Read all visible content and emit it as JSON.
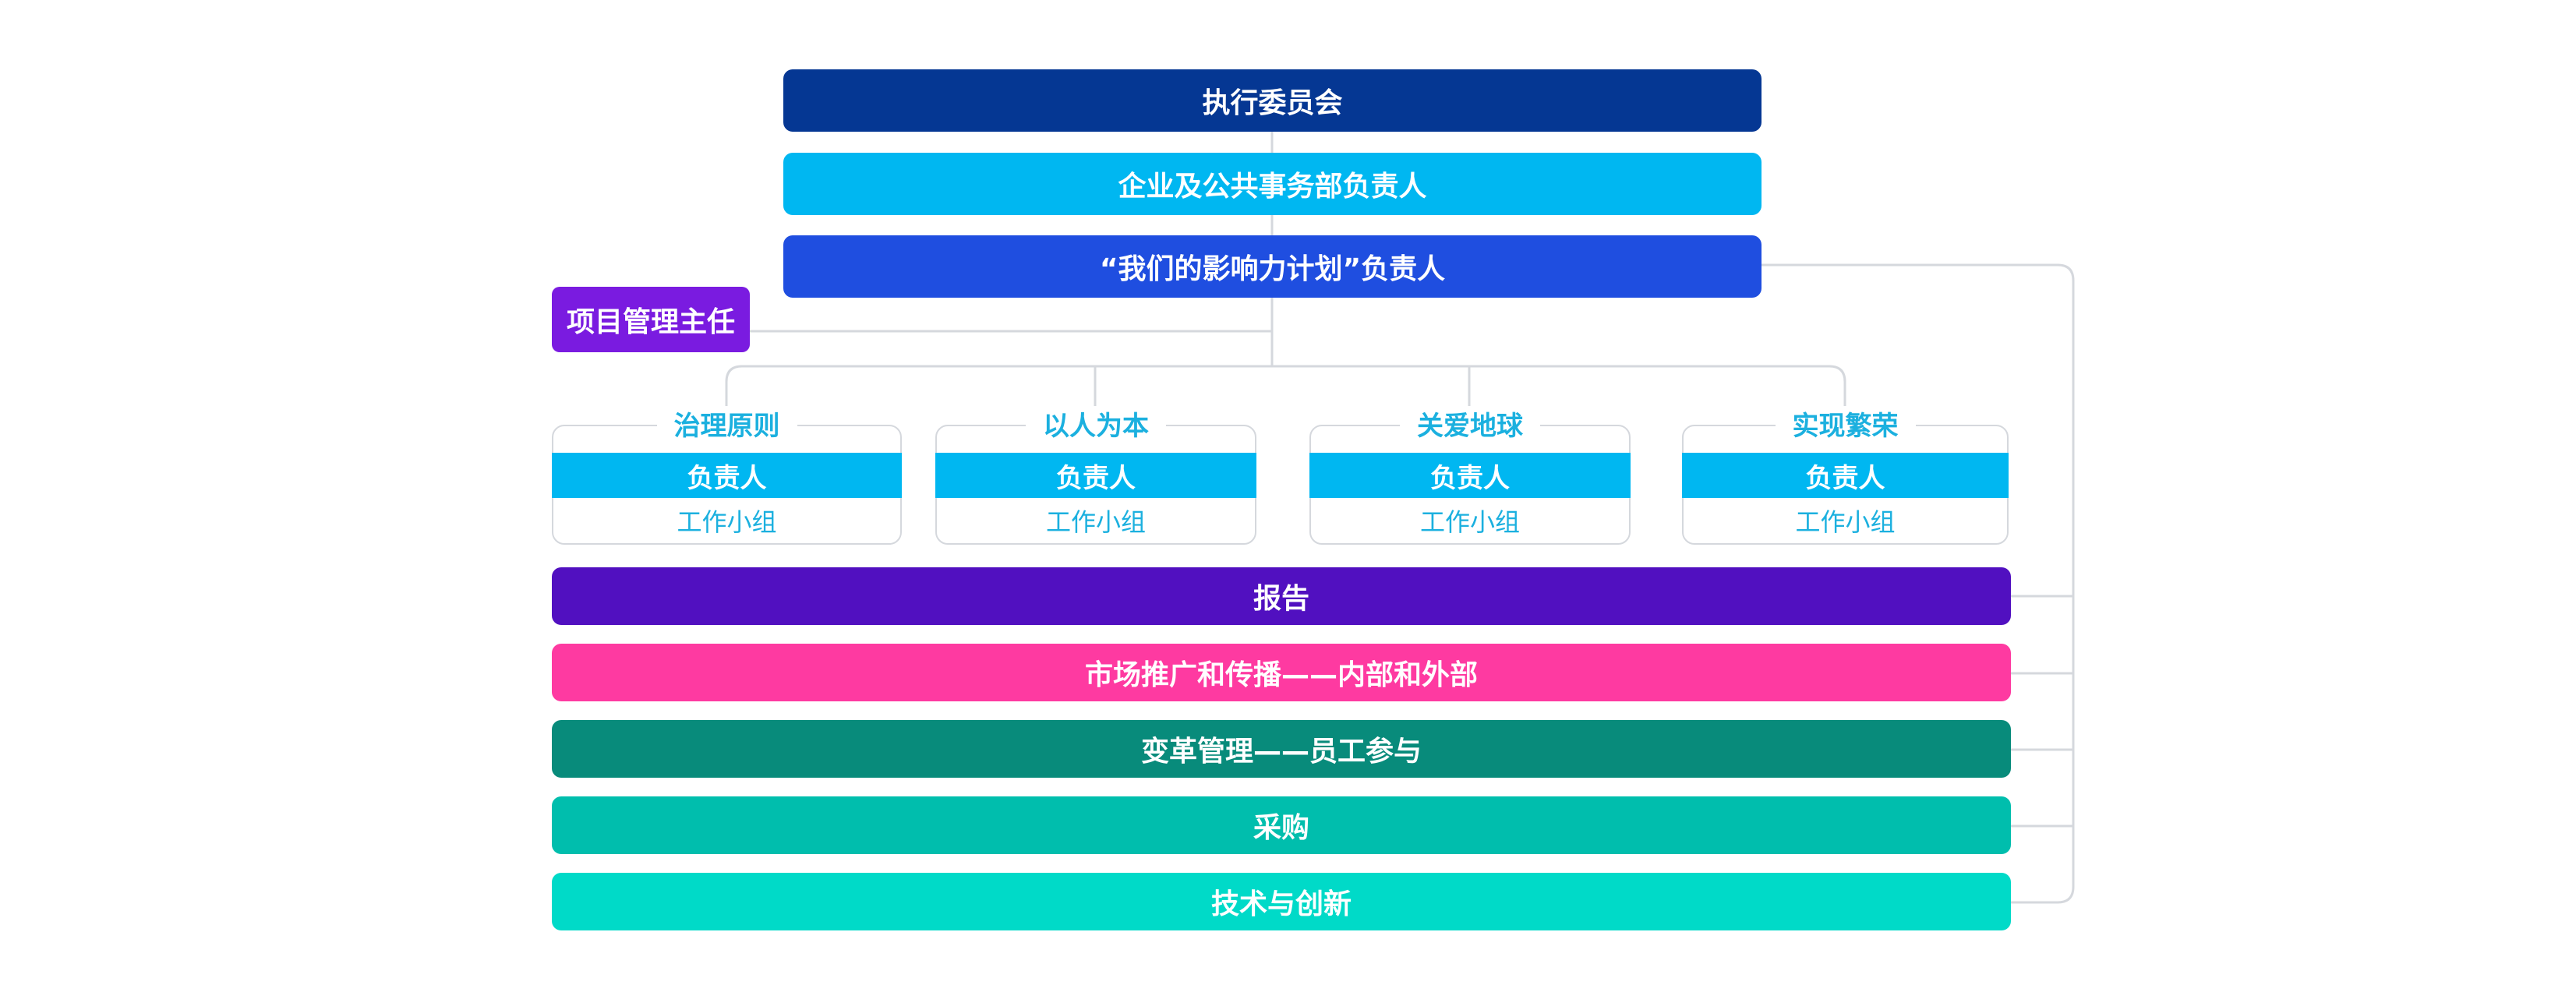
{
  "colors": {
    "executive": "#053793",
    "corporate": "#00b7f1",
    "impact": "#1f4ee0",
    "pm": "#7a1be0",
    "reporting": "#5110c0",
    "marketing": "#fe3aa1",
    "change": "#088b7b",
    "procurement": "#00bead",
    "tech": "#00dac8",
    "connector": "#d5d8dd",
    "pillar_text": "#1bb0df"
  },
  "hierarchy": {
    "executive": "执行委员会",
    "corporate": "企业及公共事务部负责人",
    "impact_lead": "“我们的影响力计划”负责人",
    "project_manager": "项目管理主任"
  },
  "pillars": [
    {
      "title": "治理原则",
      "lead": "负责人",
      "group": "工作小组"
    },
    {
      "title": "以人为本",
      "lead": "负责人",
      "group": "工作小组"
    },
    {
      "title": "关爱地球",
      "lead": "负责人",
      "group": "工作小组"
    },
    {
      "title": "实现繁荣",
      "lead": "负责人",
      "group": "工作小组"
    }
  ],
  "functions": [
    "报告",
    "市场推广和传播——内部和外部",
    "变革管理——员工参与",
    "采购",
    "技术与创新"
  ]
}
